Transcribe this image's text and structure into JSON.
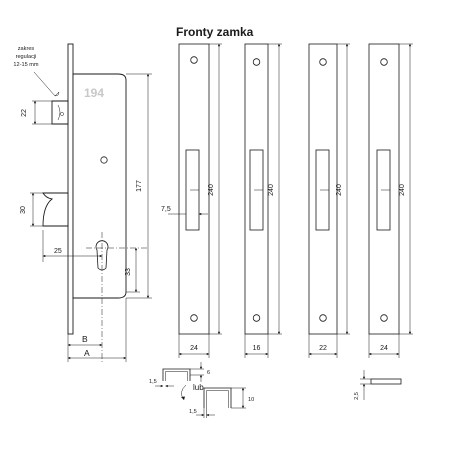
{
  "title": "Fronty zamka",
  "model_number": "194",
  "regulation_note": [
    "zakres",
    "regulacji",
    "12-15 mm"
  ],
  "lock_body_dims": {
    "latch_height": "22",
    "bolt_height": "30",
    "backset": "25",
    "body_height": "177",
    "cylinder_height": "33",
    "label_b": "B",
    "label_a": "A"
  },
  "faceplates": [
    {
      "width": "24",
      "height": "240",
      "slot_offset": "7,5"
    },
    {
      "width": "16",
      "height": "240"
    },
    {
      "width": "22",
      "height": "240"
    },
    {
      "width": "24",
      "height": "240"
    }
  ],
  "profiles": {
    "profile_a_height": "6",
    "profile_a_thickness": "1,5",
    "profile_b_height": "10",
    "profile_b_thickness": "1,5",
    "lub_label": "lub",
    "flat_thickness": "2,5"
  }
}
